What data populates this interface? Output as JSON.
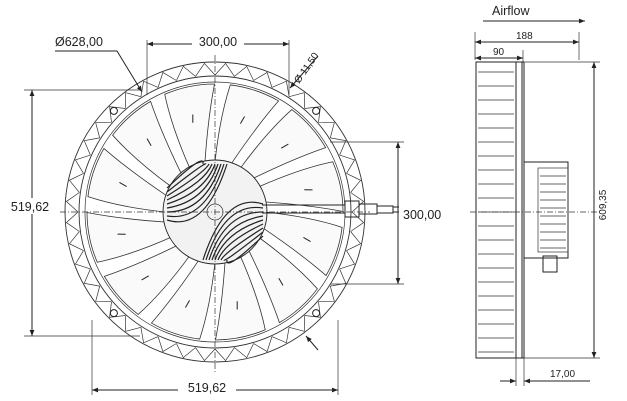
{
  "front_view": {
    "dim_diameter": "Ø628,00",
    "dim_top": "300,00",
    "dim_hole": "Ø 11,50",
    "dim_left": "519,62",
    "dim_right": "300,00",
    "dim_bottom": "519,62"
  },
  "side_view": {
    "airflow_label": "Airflow",
    "dim_depth": "188",
    "dim_hub": "90",
    "dim_height": "609,35",
    "dim_flange": "17,00"
  }
}
